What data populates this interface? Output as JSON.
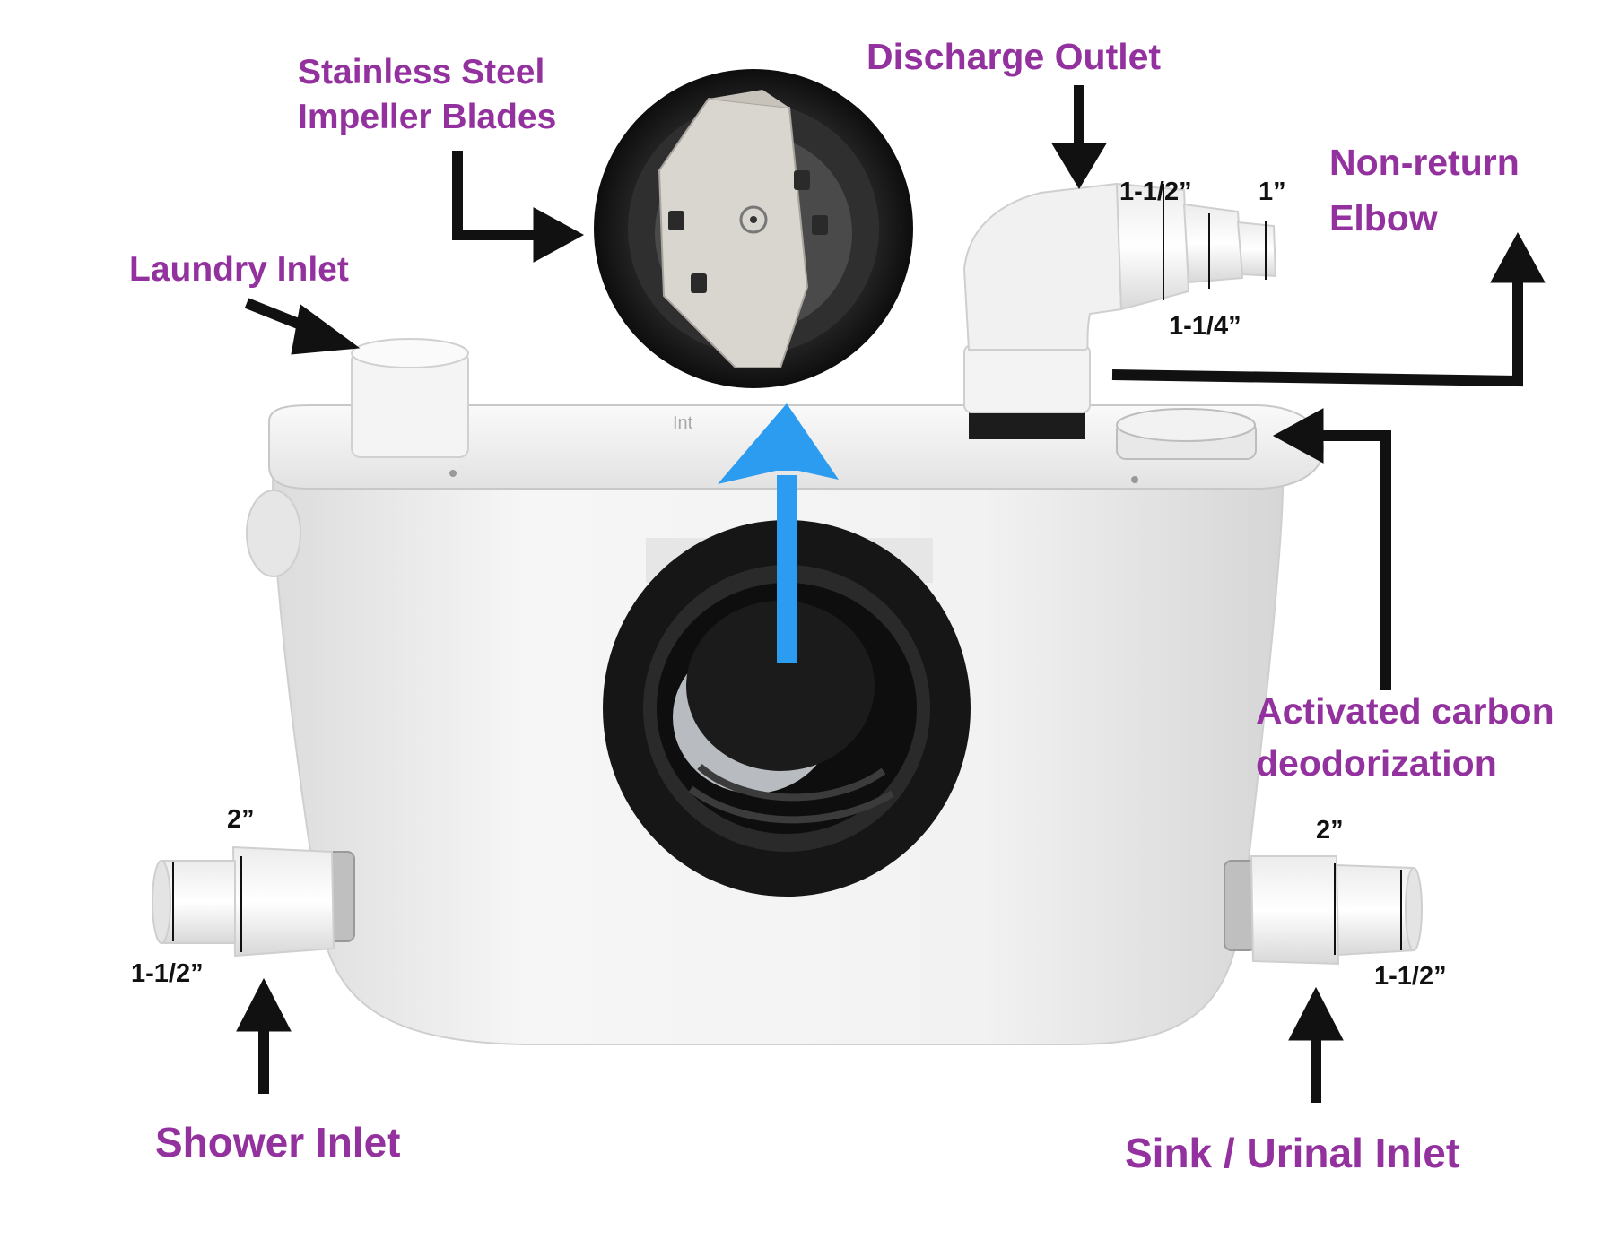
{
  "labels": {
    "impeller": [
      "Stainless Steel",
      "Impeller Blades"
    ],
    "discharge": "Discharge Outlet",
    "non_return": [
      "Non-return",
      "Elbow"
    ],
    "laundry": "Laundry Inlet",
    "carbon": [
      "Activated carbon",
      "deodorization"
    ],
    "shower": "Shower Inlet",
    "sink": "Sink / Urinal Inlet"
  },
  "dimensions": {
    "elbow_large": "1-1/2”",
    "elbow_small": "1”",
    "elbow_mid": "1-1/4”",
    "shower_large": "2”",
    "shower_small": "1-1/2”",
    "sink_large": "2”",
    "sink_small": "1-1/2”"
  },
  "product_mark": "Int",
  "colors": {
    "label": "#93329e",
    "arrow": "#111111",
    "flow_arrow": "#2b9cf0",
    "unit_body": "#f2f2f2",
    "rubber": "#1a1a1a"
  }
}
